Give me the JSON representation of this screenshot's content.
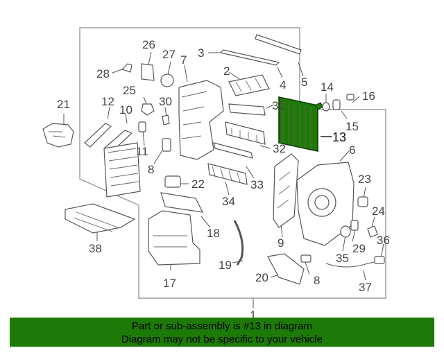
{
  "diagram": {
    "callouts": [
      {
        "id": "1",
        "text": "1"
      },
      {
        "id": "2",
        "text": "2"
      },
      {
        "id": "3",
        "text": "3"
      },
      {
        "id": "4",
        "text": "4"
      },
      {
        "id": "5",
        "text": "5"
      },
      {
        "id": "6",
        "text": "6"
      },
      {
        "id": "7",
        "text": "7"
      },
      {
        "id": "8a",
        "text": "8"
      },
      {
        "id": "8b",
        "text": "8"
      },
      {
        "id": "9",
        "text": "9"
      },
      {
        "id": "10",
        "text": "10"
      },
      {
        "id": "11",
        "text": "11"
      },
      {
        "id": "12",
        "text": "12"
      },
      {
        "id": "13",
        "text": "13"
      },
      {
        "id": "14",
        "text": "14"
      },
      {
        "id": "15",
        "text": "15"
      },
      {
        "id": "16",
        "text": "16"
      },
      {
        "id": "17",
        "text": "17"
      },
      {
        "id": "18",
        "text": "18"
      },
      {
        "id": "19",
        "text": "19"
      },
      {
        "id": "20",
        "text": "20"
      },
      {
        "id": "21",
        "text": "21"
      },
      {
        "id": "22",
        "text": "22"
      },
      {
        "id": "23",
        "text": "23"
      },
      {
        "id": "24",
        "text": "24"
      },
      {
        "id": "25",
        "text": "25"
      },
      {
        "id": "26",
        "text": "26"
      },
      {
        "id": "27",
        "text": "27"
      },
      {
        "id": "28",
        "text": "28"
      },
      {
        "id": "29",
        "text": "29"
      },
      {
        "id": "30",
        "text": "30"
      },
      {
        "id": "31",
        "text": "31"
      },
      {
        "id": "32",
        "text": "32"
      },
      {
        "id": "33",
        "text": "33"
      },
      {
        "id": "34",
        "text": "34"
      },
      {
        "id": "35",
        "text": "35"
      },
      {
        "id": "36",
        "text": "36"
      },
      {
        "id": "37",
        "text": "37"
      },
      {
        "id": "38",
        "text": "38"
      }
    ],
    "highlight_color": "#1d7a06"
  },
  "banner": {
    "line1": "Part or sub-assembly is #13 in diagram",
    "line2": "Diagram may not be specific to your vehicle",
    "background": "#1d7a06"
  }
}
